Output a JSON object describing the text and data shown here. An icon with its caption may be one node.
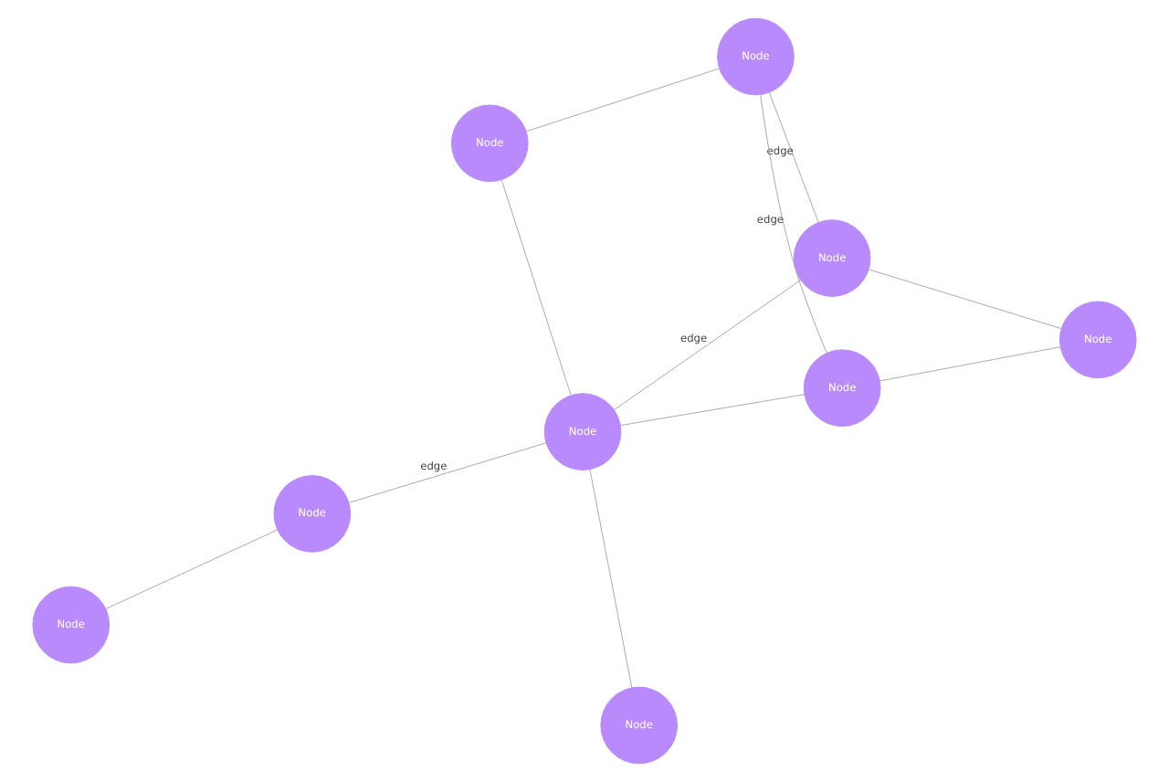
{
  "diagram": {
    "nodes": [
      {
        "text": [
          "Node"
        ]
      },
      {
        "text": [
          "Node"
        ]
      },
      {
        "text": [
          "Node"
        ]
      },
      {
        "text": [
          "Node"
        ]
      },
      {
        "text": [
          "Node"
        ]
      },
      {
        "text": [
          "Node"
        ]
      },
      {
        "text": [
          "Node"
        ]
      },
      {
        "text": [
          "Node"
        ]
      },
      {
        "text": [
          "Node"
        ]
      }
    ],
    "edges": [
      {
        "from": 0,
        "to": 4,
        "arrow": "none",
        "label": "edge"
      },
      {
        "from": 0,
        "to": 3,
        "arrow": "none"
      },
      {
        "from": 0,
        "to": 5,
        "arrow": "none",
        "label": "edge"
      },
      {
        "from": 3,
        "to": 7,
        "arrow": "none"
      },
      {
        "from": 1,
        "to": 7,
        "arrow": "none"
      },
      {
        "from": 4,
        "to": 7,
        "arrow": "none",
        "label": "edge"
      },
      {
        "from": 4,
        "to": 6,
        "arrow": "none"
      },
      {
        "from": 2,
        "to": 8,
        "arrow": "none"
      },
      {
        "from": 5,
        "to": 6,
        "arrow": "none"
      },
      {
        "from": 7,
        "to": 5,
        "arrow": "none"
      },
      {
        "from": 7,
        "to": 8,
        "arrow": "none",
        "label": "edge"
      }
    ]
  }
}
